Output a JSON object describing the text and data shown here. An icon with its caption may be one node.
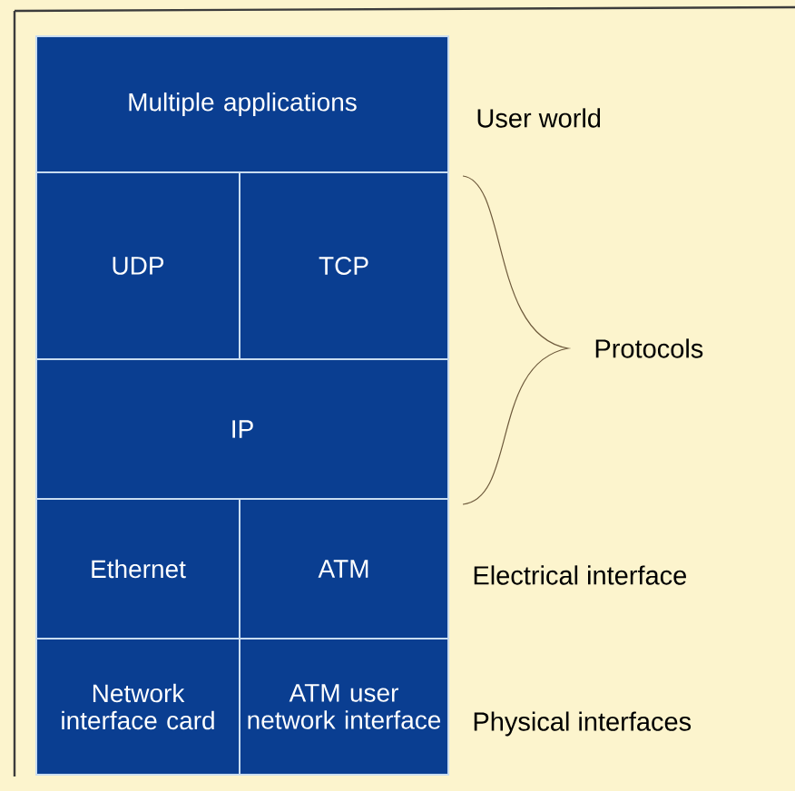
{
  "diagram": {
    "nodes": [
      {
        "text": [
          "Multiple applications"
        ]
      },
      {
        "text": [
          "UDP"
        ]
      },
      {
        "text": [
          "TCP"
        ]
      },
      {
        "text": [
          "IP"
        ]
      },
      {
        "text": [
          "Ethernet"
        ]
      },
      {
        "text": [
          "ATM"
        ]
      },
      {
        "text": [
          "Network interface card"
        ]
      },
      {
        "text": [
          "ATM user network interface"
        ]
      }
    ],
    "labels": [
      "User world",
      "Protocols",
      "Electrical interface",
      "Physical interfaces"
    ]
  }
}
